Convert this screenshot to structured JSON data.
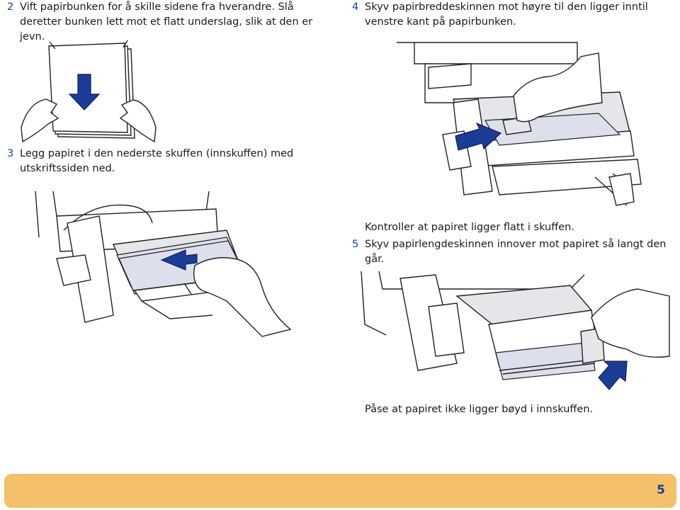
{
  "steps": {
    "step2": {
      "number": "2",
      "text": "Vift papirbunken for å skille sidene fra hverandre. Slå deretter bunken lett mot et flatt underslag, slik at den er jevn."
    },
    "step3": {
      "number": "3",
      "text": "Legg papiret i den nederste skuffen (innskuffen) med utskriftssiden ned."
    },
    "step4": {
      "number": "4",
      "text": "Skyv papirbreddeskinnen mot høyre til den ligger inntil venstre kant på papirbunken."
    },
    "step5": {
      "number": "5",
      "text": "Skyv papirlengdeskinnen innover mot papiret så langt den går."
    }
  },
  "notes": {
    "flat_check": "Kontroller at papiret ligger flatt i skuffen.",
    "not_bent": "Påse at papiret ikke ligger bøyd i innskuffen."
  },
  "footer": {
    "page_number": "5",
    "color": "#f5c06a"
  },
  "colors": {
    "accent_blue": "#1a3f9c",
    "arrow_blue": "#1b3d96"
  }
}
